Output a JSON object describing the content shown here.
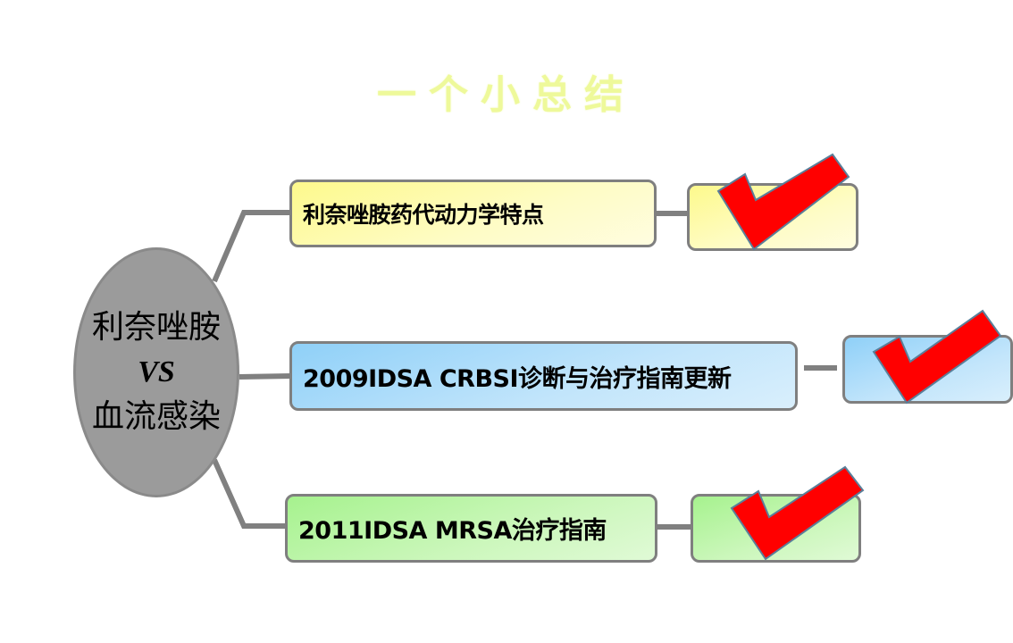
{
  "title": "一个小总结",
  "center": {
    "line1": "利奈唑胺",
    "vs": "VS",
    "line2": "血流感染"
  },
  "topics": [
    {
      "label": "利奈唑胺药代动力学特点",
      "status": "checked",
      "color": "#fefcb0"
    },
    {
      "label": "2009IDSA CRBSI诊断与治疗指南更新",
      "status": "checked",
      "color": "#bfe3fb"
    },
    {
      "label": "2011IDSA MRSA治疗指南",
      "status": "checked",
      "color": "#c9f6b8"
    }
  ],
  "colors": {
    "title": "#eef99a",
    "node": "#9b9b9b",
    "connector": "#808080",
    "check_fill": "#ff0000",
    "check_stroke": "#5a7f9a"
  },
  "icons": {
    "check": "check-mark-icon"
  }
}
